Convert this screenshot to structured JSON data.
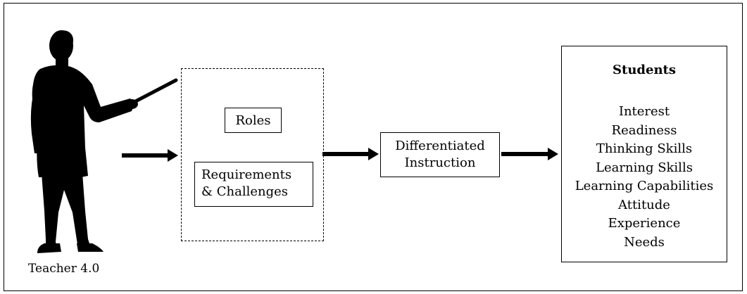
{
  "teacher": {
    "label": "Teacher 4.0",
    "icon": "teacher-silhouette-icon"
  },
  "teacher_components": {
    "roles": "Roles",
    "requirements_line1": "Requirements",
    "requirements_line2": "& Challenges"
  },
  "process": {
    "line1": "Differentiated",
    "line2": "Instruction"
  },
  "students": {
    "title": "Students",
    "items": [
      "Interest",
      "Readiness",
      "Thinking Skills",
      "Learning Skills",
      "Learning Capabilities",
      "Attitude",
      "Experience",
      "Needs"
    ]
  },
  "colors": {
    "ink": "#000000",
    "background": "#ffffff"
  }
}
